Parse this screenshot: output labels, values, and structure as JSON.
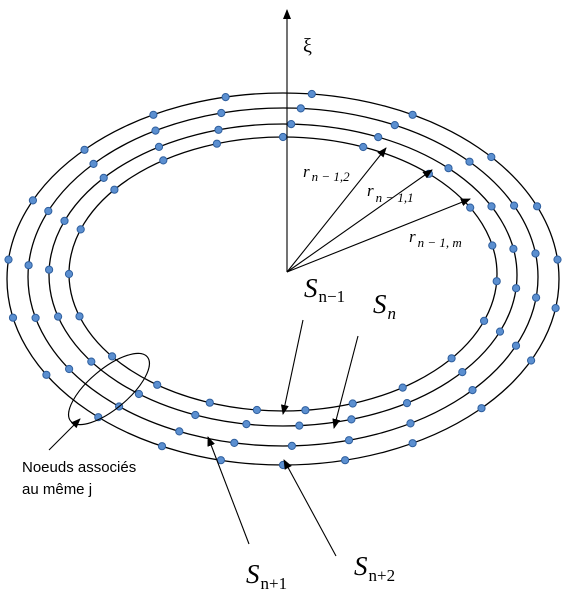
{
  "axis_label": "ξ",
  "radius_labels": {
    "r1": {
      "main": "r",
      "sub": "n − 1,2"
    },
    "r2": {
      "main": "r",
      "sub": "n − 1,1"
    },
    "r3": {
      "main": "r",
      "sub_a": "n − 1, ",
      "sub_b": "m"
    }
  },
  "surface_labels": {
    "s_nm1": {
      "main": "S",
      "sub": "n−1"
    },
    "s_n": {
      "main": "S",
      "sub": "n"
    },
    "s_np1": {
      "main": "S",
      "sub": "n+1"
    },
    "s_np2": {
      "main": "S",
      "sub": "n+2"
    }
  },
  "note": {
    "line1": "Noeuds associés",
    "line2": "au même j"
  }
}
